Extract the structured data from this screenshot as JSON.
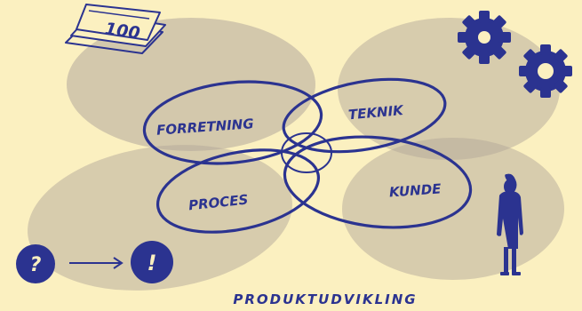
{
  "colors": {
    "background": "#fbf0c0",
    "ink": "#2b3390",
    "wash": "#b3a79a"
  },
  "money": {
    "amount": "100"
  },
  "labels": {
    "forretning": "FORRETNING",
    "teknik": "TEKNIK",
    "proces": "PROCES",
    "kunde": "KUNDE"
  },
  "flow": {
    "from_symbol": "?",
    "to_symbol": "!"
  },
  "caption": "PRODUKTUDVIKLING",
  "icons": [
    "money-bills-icon",
    "gears-icon",
    "person-icon",
    "question-circle-icon",
    "arrow-right-icon",
    "exclamation-circle-icon"
  ]
}
